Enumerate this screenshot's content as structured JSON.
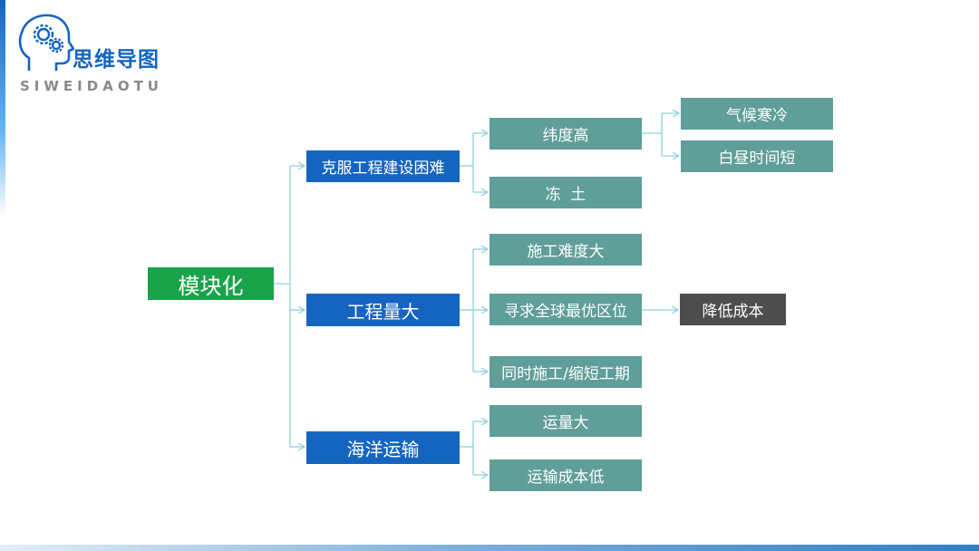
{
  "logo": {
    "title": "思维导图",
    "subtitle": "SIWEIDAOTU",
    "icon": "head-gears-icon"
  },
  "colors": {
    "root": "#1aa34a",
    "branch": "#1565c0",
    "sub": "#5f9e99",
    "highlight": "#4d4d4d",
    "line": "#8fd0dc"
  },
  "mindmap": {
    "root": "模块化",
    "branches": [
      {
        "label": "克服工程建设困难",
        "children": [
          {
            "label": "纬度高",
            "children": [
              "气候寒冷",
              "白昼时间短"
            ]
          },
          {
            "label": "冻  土"
          }
        ]
      },
      {
        "label": "工程量大",
        "children": [
          {
            "label": "施工难度大"
          },
          {
            "label": "寻求全球最优区位",
            "children": [
              "降低成本"
            ]
          },
          {
            "label": "同时施工/缩短工期"
          }
        ]
      },
      {
        "label": "海洋运输",
        "children": [
          {
            "label": "运量大"
          },
          {
            "label": "运输成本低"
          }
        ]
      }
    ]
  }
}
